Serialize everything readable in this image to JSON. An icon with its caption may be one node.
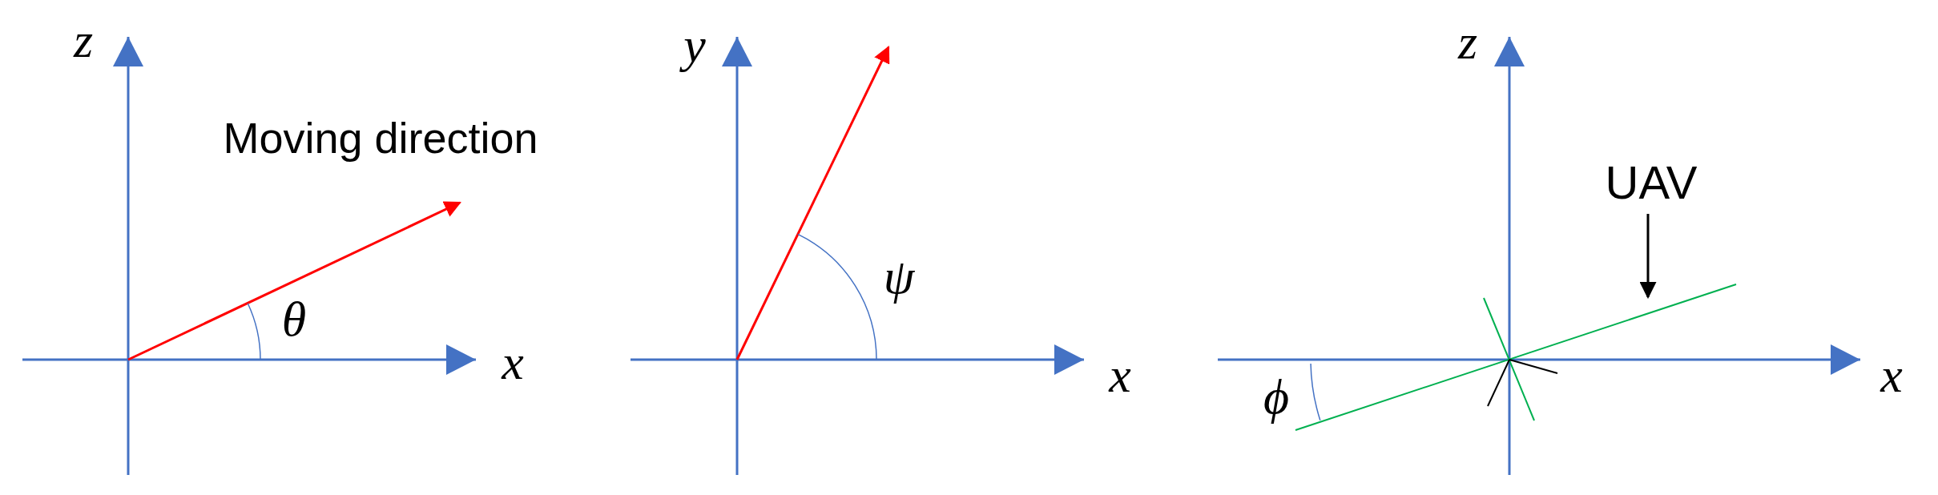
{
  "diagram": {
    "nodes": [
      {
        "text": [
          "UAV"
        ]
      },
      {
        "text": [],
        "shape": "picture"
      }
    ],
    "edges": [
      {
        "from": 0,
        "to": 1,
        "arrow": "to"
      }
    ],
    "labels": [
      "z",
      "Moving direction",
      "θ",
      "x",
      "y",
      "ψ",
      "x",
      "z",
      "ϕ",
      "x"
    ]
  }
}
